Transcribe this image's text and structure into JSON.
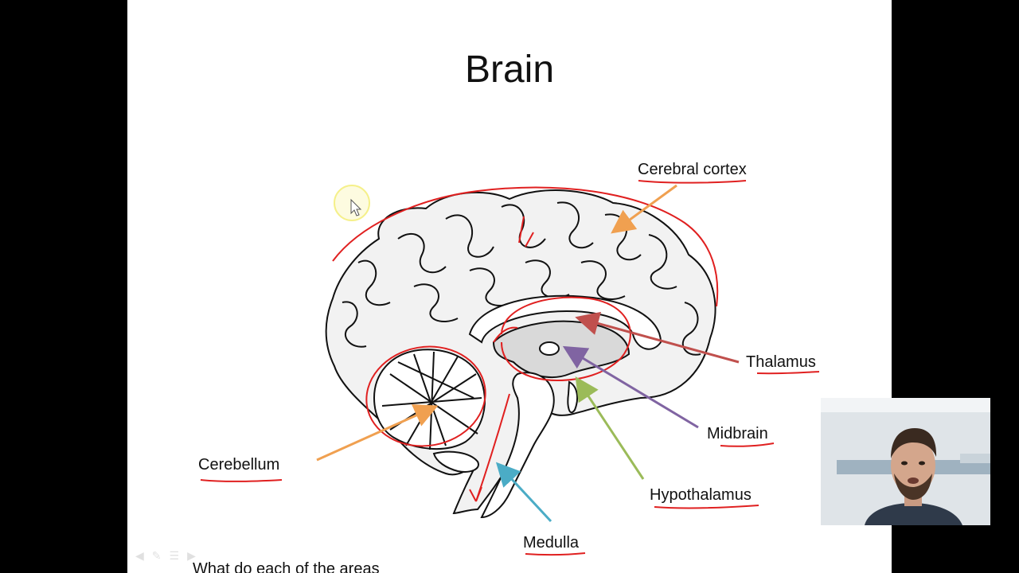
{
  "slide": {
    "title": "Brain",
    "bottom_text": "What do each of the areas"
  },
  "labels": {
    "cerebral_cortex": "Cerebral cortex",
    "thalamus": "Thalamus",
    "midbrain": "Midbrain",
    "hypothalamus": "Hypothalamus",
    "medulla": "Medulla",
    "cerebellum": "Cerebellum"
  },
  "colors": {
    "annotation_red": "#e02020",
    "arrow_orange": "#f0a050",
    "arrow_red": "#c0504d",
    "arrow_purple": "#8064a2",
    "arrow_green": "#9bbb59",
    "arrow_blue": "#4bacc6",
    "pointer_highlight": "#f5f08a"
  },
  "icons": {
    "cursor": "mouse-pointer-icon",
    "nav": [
      "arrow-left-icon",
      "pen-icon",
      "menu-icon",
      "arrow-right-icon"
    ]
  }
}
